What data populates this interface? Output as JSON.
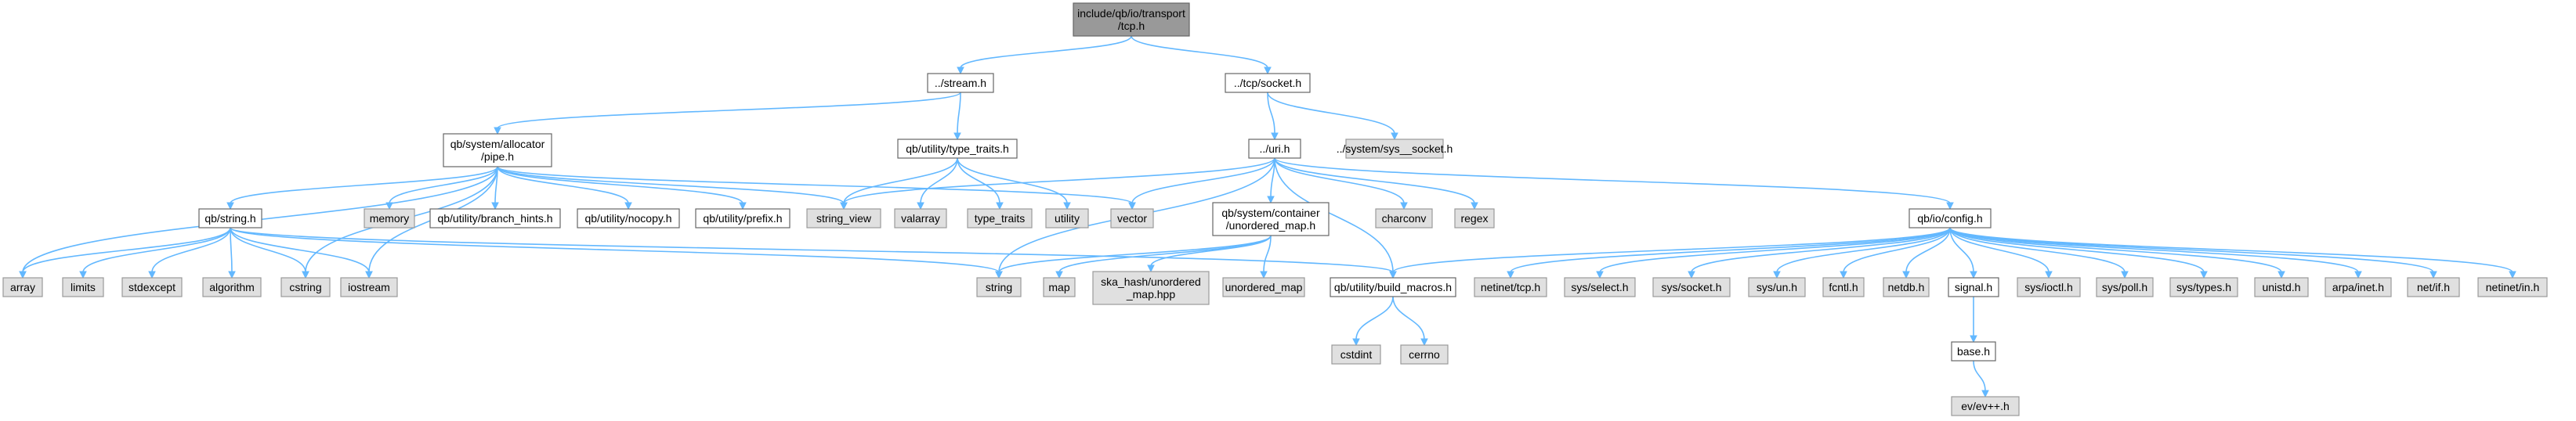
{
  "colors": {
    "root_fill": "#999999",
    "root_stroke": "#666666",
    "documented_fill": "#ffffff",
    "documented_stroke": "#666666",
    "system_fill": "#e0e0e0",
    "system_stroke": "#999999",
    "edge": "#63b8ff",
    "text": "#000000",
    "background": "#ffffff"
  },
  "nodes": [
    {
      "id": "tcp",
      "lines": [
        "include/qb/io/transport",
        "/tcp.h"
      ],
      "kind": "root"
    },
    {
      "id": "stream",
      "lines": [
        "../stream.h"
      ],
      "kind": "documented"
    },
    {
      "id": "socket",
      "lines": [
        "../tcp/socket.h"
      ],
      "kind": "documented"
    },
    {
      "id": "pipe",
      "lines": [
        "qb/system/allocator",
        "/pipe.h"
      ],
      "kind": "documented"
    },
    {
      "id": "type_traits_h",
      "lines": [
        "qb/utility/type_traits.h"
      ],
      "kind": "documented"
    },
    {
      "id": "uri",
      "lines": [
        "../uri.h"
      ],
      "kind": "documented"
    },
    {
      "id": "sys_socket",
      "lines": [
        "../system/sys__socket.h"
      ],
      "kind": "system"
    },
    {
      "id": "qb_string",
      "lines": [
        "qb/string.h"
      ],
      "kind": "documented"
    },
    {
      "id": "memory",
      "lines": [
        "memory"
      ],
      "kind": "system"
    },
    {
      "id": "branch_hints",
      "lines": [
        "qb/utility/branch_hints.h"
      ],
      "kind": "documented"
    },
    {
      "id": "nocopy",
      "lines": [
        "qb/utility/nocopy.h"
      ],
      "kind": "documented"
    },
    {
      "id": "prefix",
      "lines": [
        "qb/utility/prefix.h"
      ],
      "kind": "documented"
    },
    {
      "id": "string_view",
      "lines": [
        "string_view"
      ],
      "kind": "system"
    },
    {
      "id": "valarray",
      "lines": [
        "valarray"
      ],
      "kind": "system"
    },
    {
      "id": "type_traits",
      "lines": [
        "type_traits"
      ],
      "kind": "system"
    },
    {
      "id": "utility",
      "lines": [
        "utility"
      ],
      "kind": "system"
    },
    {
      "id": "vector",
      "lines": [
        "vector"
      ],
      "kind": "system"
    },
    {
      "id": "unordered_map_h",
      "lines": [
        "qb/system/container",
        "/unordered_map.h"
      ],
      "kind": "documented"
    },
    {
      "id": "charconv",
      "lines": [
        "charconv"
      ],
      "kind": "system"
    },
    {
      "id": "regex",
      "lines": [
        "regex"
      ],
      "kind": "system"
    },
    {
      "id": "config",
      "lines": [
        "qb/io/config.h"
      ],
      "kind": "documented"
    },
    {
      "id": "array",
      "lines": [
        "array"
      ],
      "kind": "system"
    },
    {
      "id": "limits",
      "lines": [
        "limits"
      ],
      "kind": "system"
    },
    {
      "id": "stdexcept",
      "lines": [
        "stdexcept"
      ],
      "kind": "system"
    },
    {
      "id": "algorithm",
      "lines": [
        "algorithm"
      ],
      "kind": "system"
    },
    {
      "id": "cstring",
      "lines": [
        "cstring"
      ],
      "kind": "system"
    },
    {
      "id": "iostream",
      "lines": [
        "iostream"
      ],
      "kind": "system"
    },
    {
      "id": "string",
      "lines": [
        "string"
      ],
      "kind": "system"
    },
    {
      "id": "map",
      "lines": [
        "map"
      ],
      "kind": "system"
    },
    {
      "id": "ska_hash",
      "lines": [
        "ska_hash/unordered",
        "_map.hpp"
      ],
      "kind": "system"
    },
    {
      "id": "unordered_map",
      "lines": [
        "unordered_map"
      ],
      "kind": "system"
    },
    {
      "id": "build_macros",
      "lines": [
        "qb/utility/build_macros.h"
      ],
      "kind": "documented"
    },
    {
      "id": "netinet_tcp",
      "lines": [
        "netinet/tcp.h"
      ],
      "kind": "system"
    },
    {
      "id": "sys_select",
      "lines": [
        "sys/select.h"
      ],
      "kind": "system"
    },
    {
      "id": "sys_socket_h",
      "lines": [
        "sys/socket.h"
      ],
      "kind": "system"
    },
    {
      "id": "sys_un",
      "lines": [
        "sys/un.h"
      ],
      "kind": "system"
    },
    {
      "id": "fcntl",
      "lines": [
        "fcntl.h"
      ],
      "kind": "system"
    },
    {
      "id": "netdb",
      "lines": [
        "netdb.h"
      ],
      "kind": "system"
    },
    {
      "id": "signal",
      "lines": [
        "signal.h"
      ],
      "kind": "documented"
    },
    {
      "id": "sys_ioctl",
      "lines": [
        "sys/ioctl.h"
      ],
      "kind": "system"
    },
    {
      "id": "sys_poll",
      "lines": [
        "sys/poll.h"
      ],
      "kind": "system"
    },
    {
      "id": "sys_types",
      "lines": [
        "sys/types.h"
      ],
      "kind": "system"
    },
    {
      "id": "unistd",
      "lines": [
        "unistd.h"
      ],
      "kind": "system"
    },
    {
      "id": "arpa_inet",
      "lines": [
        "arpa/inet.h"
      ],
      "kind": "system"
    },
    {
      "id": "net_if",
      "lines": [
        "net/if.h"
      ],
      "kind": "system"
    },
    {
      "id": "netinet_in",
      "lines": [
        "netinet/in.h"
      ],
      "kind": "system"
    },
    {
      "id": "cstdint",
      "lines": [
        "cstdint"
      ],
      "kind": "system"
    },
    {
      "id": "cerrno",
      "lines": [
        "cerrno"
      ],
      "kind": "system"
    },
    {
      "id": "base",
      "lines": [
        "base.h"
      ],
      "kind": "documented"
    },
    {
      "id": "ev",
      "lines": [
        "ev/ev++.h"
      ],
      "kind": "system"
    }
  ],
  "edges": [
    [
      "tcp",
      "stream"
    ],
    [
      "tcp",
      "socket"
    ],
    [
      "stream",
      "pipe"
    ],
    [
      "stream",
      "type_traits_h"
    ],
    [
      "socket",
      "uri"
    ],
    [
      "socket",
      "sys_socket"
    ],
    [
      "pipe",
      "qb_string"
    ],
    [
      "pipe",
      "memory"
    ],
    [
      "pipe",
      "branch_hints"
    ],
    [
      "pipe",
      "nocopy"
    ],
    [
      "pipe",
      "prefix"
    ],
    [
      "pipe",
      "string_view"
    ],
    [
      "pipe",
      "vector"
    ],
    [
      "pipe",
      "array"
    ],
    [
      "pipe",
      "cstring"
    ],
    [
      "pipe",
      "iostream"
    ],
    [
      "type_traits_h",
      "string_view"
    ],
    [
      "type_traits_h",
      "valarray"
    ],
    [
      "type_traits_h",
      "type_traits"
    ],
    [
      "type_traits_h",
      "utility"
    ],
    [
      "uri",
      "string_view"
    ],
    [
      "uri",
      "vector"
    ],
    [
      "uri",
      "unordered_map_h"
    ],
    [
      "uri",
      "charconv"
    ],
    [
      "uri",
      "regex"
    ],
    [
      "uri",
      "config"
    ],
    [
      "uri",
      "string"
    ],
    [
      "uri",
      "build_macros"
    ],
    [
      "qb_string",
      "array"
    ],
    [
      "qb_string",
      "limits"
    ],
    [
      "qb_string",
      "stdexcept"
    ],
    [
      "qb_string",
      "algorithm"
    ],
    [
      "qb_string",
      "cstring"
    ],
    [
      "qb_string",
      "iostream"
    ],
    [
      "qb_string",
      "string"
    ],
    [
      "qb_string",
      "build_macros"
    ],
    [
      "unordered_map_h",
      "string"
    ],
    [
      "unordered_map_h",
      "map"
    ],
    [
      "unordered_map_h",
      "ska_hash"
    ],
    [
      "unordered_map_h",
      "unordered_map"
    ],
    [
      "config",
      "build_macros"
    ],
    [
      "config",
      "netinet_tcp"
    ],
    [
      "config",
      "sys_select"
    ],
    [
      "config",
      "sys_socket_h"
    ],
    [
      "config",
      "sys_un"
    ],
    [
      "config",
      "fcntl"
    ],
    [
      "config",
      "netdb"
    ],
    [
      "config",
      "signal"
    ],
    [
      "config",
      "sys_ioctl"
    ],
    [
      "config",
      "sys_poll"
    ],
    [
      "config",
      "sys_types"
    ],
    [
      "config",
      "unistd"
    ],
    [
      "config",
      "arpa_inet"
    ],
    [
      "config",
      "net_if"
    ],
    [
      "config",
      "netinet_in"
    ],
    [
      "build_macros",
      "cstdint"
    ],
    [
      "build_macros",
      "cerrno"
    ],
    [
      "signal",
      "base"
    ],
    [
      "base",
      "ev"
    ]
  ]
}
